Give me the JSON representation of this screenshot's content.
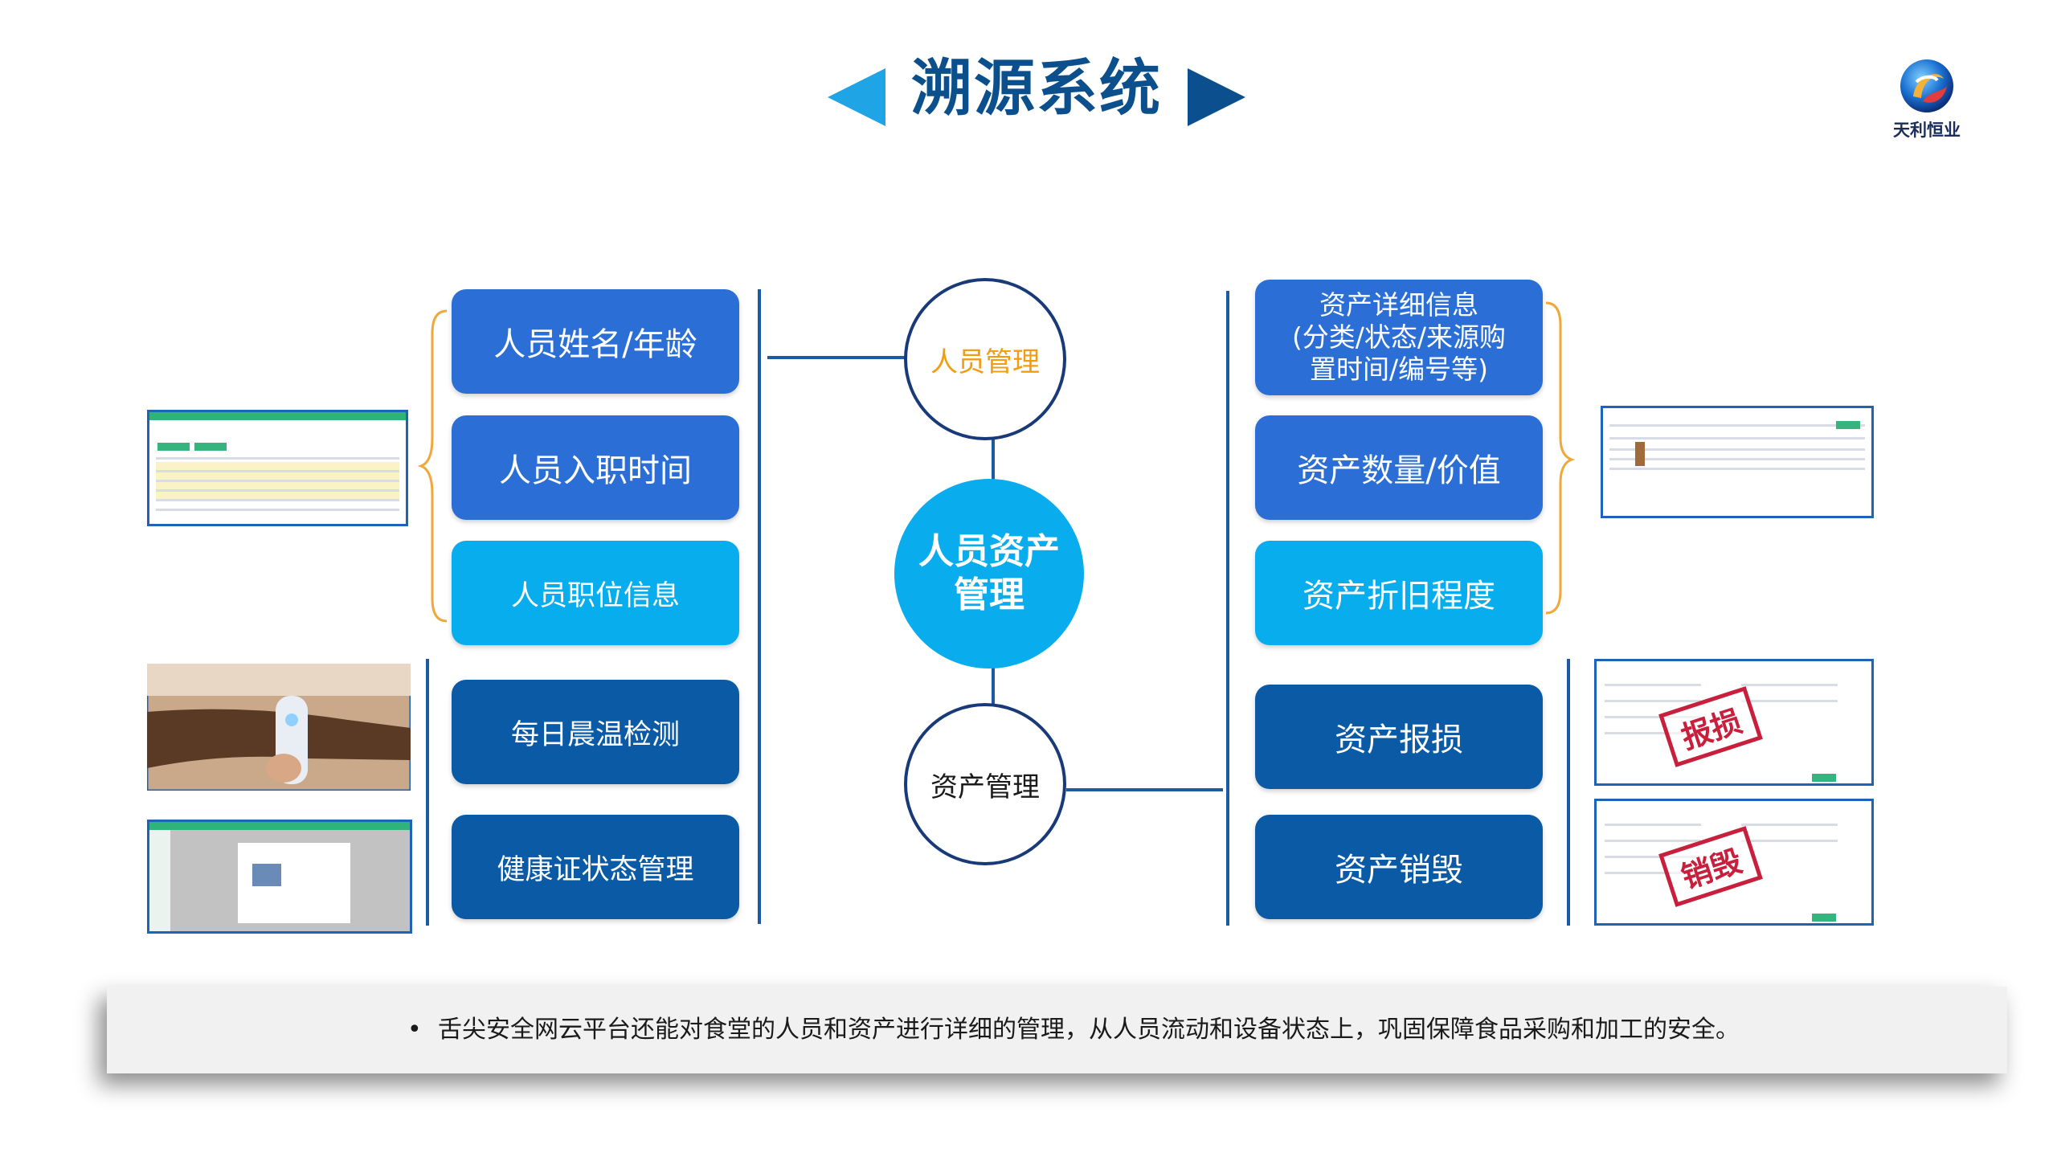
{
  "title": "溯源系统",
  "logo": {
    "text": "天利恒业"
  },
  "center": {
    "top_circle": "人员管理",
    "main_circle": "人员资产\n管理",
    "bottom_circle": "资产管理"
  },
  "left_boxes": [
    "人员姓名/年龄",
    "人员入职时间",
    "人员职位信息",
    "每日晨温检测",
    "健康证状态管理"
  ],
  "right_boxes": [
    "资产详细信息\n(分类/状态/来源购\n置时间/编号等)",
    "资产数量/价值",
    "资产折旧程度",
    "资产报损",
    "资产销毁"
  ],
  "stamps": {
    "loss": "报损",
    "destroy": "销毁"
  },
  "note": {
    "bullet": "•",
    "text": "舌尖安全网云平台还能对食堂的人员和资产进行详细的管理，从人员流动和设备状态上，巩固保障食品采购和加工的安全。"
  },
  "colors": {
    "title": "#0b4f8c",
    "arrow_left": "#1fa4e6",
    "arrow_right": "#0c4f8e",
    "box_blue": "#2b6fd6",
    "box_cyan": "#07adec",
    "box_navy": "#0a5aa5",
    "bracket": "#f0a83a",
    "circle_label": "#f39c12",
    "stamp": "#c8203c"
  }
}
